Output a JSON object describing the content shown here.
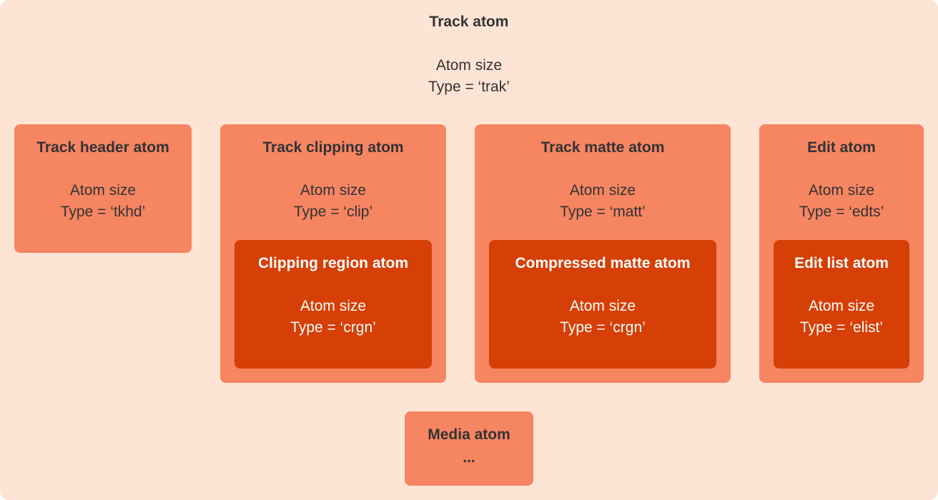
{
  "diagram": {
    "title": "Track atom",
    "size_label": "Atom size",
    "type_label": "Type = ‘trak’",
    "colors": {
      "background": "#fee4d5",
      "child": "#f68562",
      "grandchild": "#d63f05",
      "text_dark": "#333333",
      "text_light": "#ffffff"
    },
    "children": [
      {
        "title": "Track header atom",
        "size_label": "Atom size",
        "type_label": "Type = ‘tkhd’"
      },
      {
        "title": "Track clipping atom",
        "size_label": "Atom size",
        "type_label": "Type = ‘clip’",
        "child": {
          "title": "Clipping region atom",
          "size_label": "Atom size",
          "type_label": "Type = ‘crgn’"
        }
      },
      {
        "title": "Track matte atom",
        "size_label": "Atom size",
        "type_label": "Type = ‘matt’",
        "child": {
          "title": "Compressed matte atom",
          "size_label": "Atom size",
          "type_label": "Type = ‘crgn’"
        }
      },
      {
        "title": "Edit atom",
        "size_label": "Atom size",
        "type_label": "Type = ‘edts’",
        "child": {
          "title": "Edit list atom",
          "size_label": "Atom size",
          "type_label": "Type = ‘elist’"
        }
      },
      {
        "title": "Media atom",
        "ellipsis": "..."
      }
    ]
  }
}
